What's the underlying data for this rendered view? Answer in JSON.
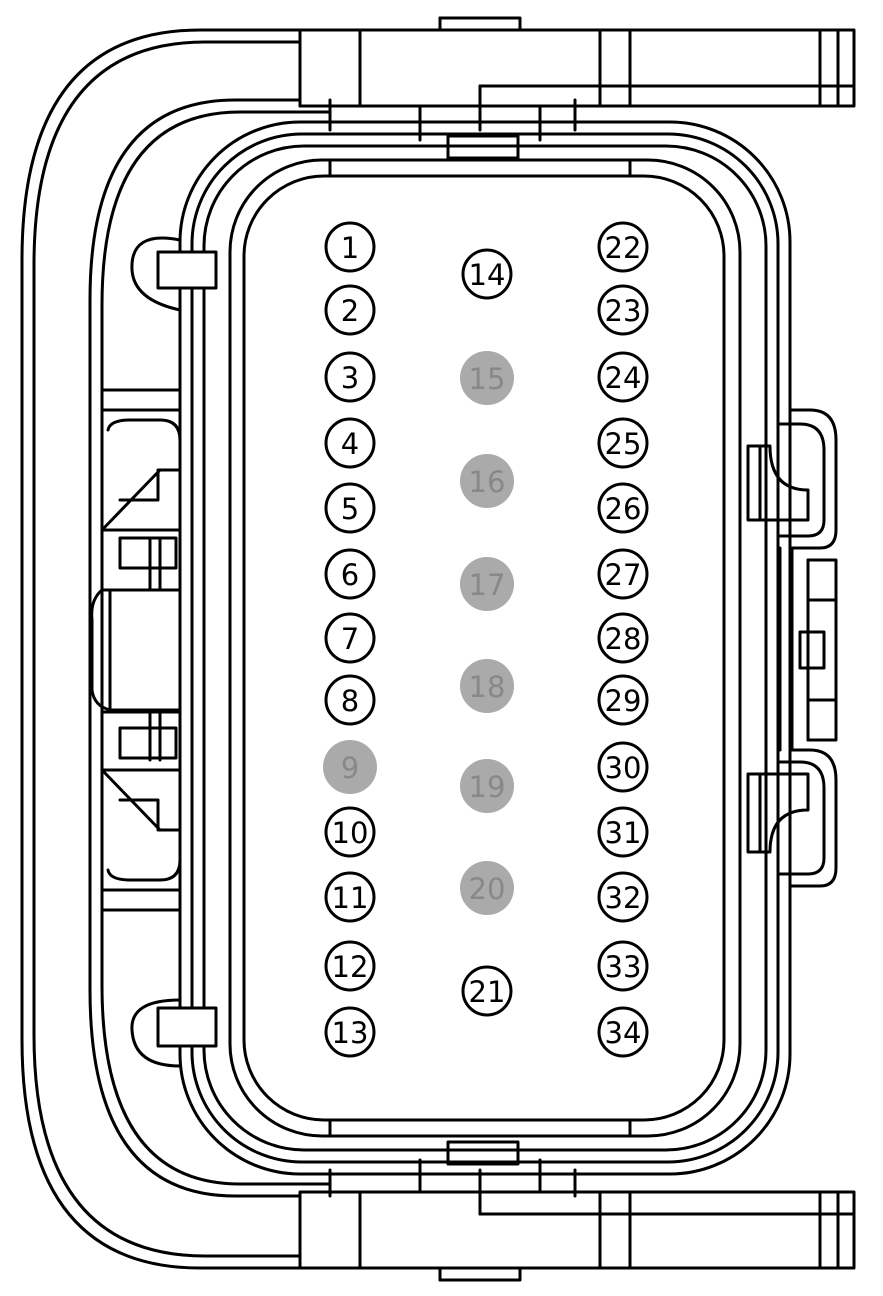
{
  "diagram": {
    "colors": {
      "line": "#000000",
      "background": "#ffffff",
      "unpopulated_fill": "#aaaaaa",
      "unpopulated_text": "#888888"
    },
    "pins": [
      {
        "label": "1",
        "populated": true
      },
      {
        "label": "2",
        "populated": true
      },
      {
        "label": "3",
        "populated": true
      },
      {
        "label": "4",
        "populated": true
      },
      {
        "label": "5",
        "populated": true
      },
      {
        "label": "6",
        "populated": true
      },
      {
        "label": "7",
        "populated": true
      },
      {
        "label": "8",
        "populated": true
      },
      {
        "label": "9",
        "populated": false
      },
      {
        "label": "10",
        "populated": true
      },
      {
        "label": "11",
        "populated": true
      },
      {
        "label": "12",
        "populated": true
      },
      {
        "label": "13",
        "populated": true
      },
      {
        "label": "14",
        "populated": true
      },
      {
        "label": "15",
        "populated": false
      },
      {
        "label": "16",
        "populated": false
      },
      {
        "label": "17",
        "populated": false
      },
      {
        "label": "18",
        "populated": false
      },
      {
        "label": "19",
        "populated": false
      },
      {
        "label": "20",
        "populated": false
      },
      {
        "label": "21",
        "populated": true
      },
      {
        "label": "22",
        "populated": true
      },
      {
        "label": "23",
        "populated": true
      },
      {
        "label": "24",
        "populated": true
      },
      {
        "label": "25",
        "populated": true
      },
      {
        "label": "26",
        "populated": true
      },
      {
        "label": "27",
        "populated": true
      },
      {
        "label": "28",
        "populated": true
      },
      {
        "label": "29",
        "populated": true
      },
      {
        "label": "30",
        "populated": true
      },
      {
        "label": "31",
        "populated": true
      },
      {
        "label": "32",
        "populated": true
      },
      {
        "label": "33",
        "populated": true
      },
      {
        "label": "34",
        "populated": true
      }
    ]
  }
}
